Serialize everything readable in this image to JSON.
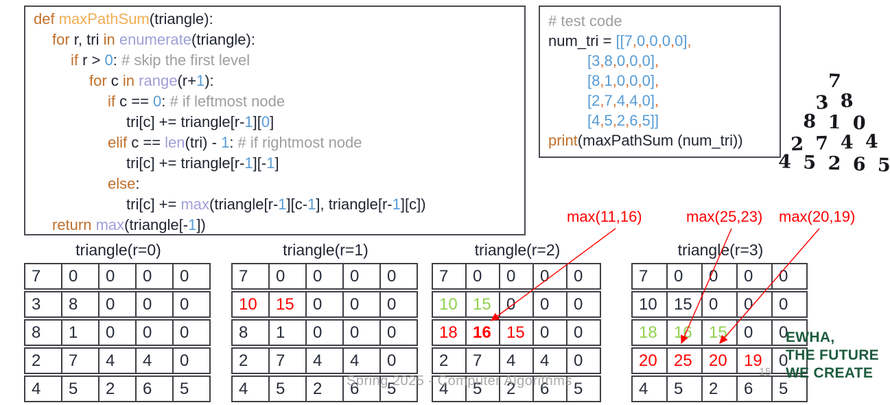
{
  "code_box": {
    "lines": [
      {
        "ind": 0,
        "toks": [
          [
            "kw",
            "def "
          ],
          [
            "fn",
            "maxPathSum"
          ],
          [
            "pl",
            "(triangle):"
          ]
        ]
      },
      {
        "ind": 1,
        "toks": [
          [
            "kw",
            "for"
          ],
          [
            "pl",
            " r, tri "
          ],
          [
            "kw",
            "in"
          ],
          [
            "pl",
            " "
          ],
          [
            "bi",
            "enumerate"
          ],
          [
            "pl",
            "(triangle):"
          ]
        ]
      },
      {
        "ind": 2,
        "toks": [
          [
            "kw",
            "if"
          ],
          [
            "pl",
            " r > "
          ],
          [
            "num",
            "0"
          ],
          [
            "pl",
            ": "
          ],
          [
            "cm",
            "# skip the first level"
          ]
        ]
      },
      {
        "ind": 3,
        "toks": [
          [
            "kw",
            "for"
          ],
          [
            "pl",
            " c "
          ],
          [
            "kw",
            "in"
          ],
          [
            "pl",
            " "
          ],
          [
            "bi",
            "range"
          ],
          [
            "pl",
            "(r+"
          ],
          [
            "num",
            "1"
          ],
          [
            "pl",
            "):"
          ]
        ]
      },
      {
        "ind": 4,
        "toks": [
          [
            "kw",
            "if"
          ],
          [
            "pl",
            " c == "
          ],
          [
            "num",
            "0"
          ],
          [
            "pl",
            ": "
          ],
          [
            "cm",
            "# if leftmost node"
          ]
        ]
      },
      {
        "ind": 5,
        "toks": [
          [
            "pl",
            "tri[c] += triangle[r-"
          ],
          [
            "num",
            "1"
          ],
          [
            "pl",
            "]["
          ],
          [
            "num",
            "0"
          ],
          [
            "pl",
            "]"
          ]
        ]
      },
      {
        "ind": 4,
        "toks": [
          [
            "kw",
            "elif"
          ],
          [
            "pl",
            " c == "
          ],
          [
            "bi",
            "len"
          ],
          [
            "pl",
            "(tri) - "
          ],
          [
            "num",
            "1"
          ],
          [
            "pl",
            ": "
          ],
          [
            "cm",
            "# if rightmost node"
          ]
        ]
      },
      {
        "ind": 5,
        "toks": [
          [
            "pl",
            "tri[c] += triangle[r-"
          ],
          [
            "num",
            "1"
          ],
          [
            "pl",
            "][-"
          ],
          [
            "num",
            "1"
          ],
          [
            "pl",
            "]"
          ]
        ]
      },
      {
        "ind": 4,
        "toks": [
          [
            "kw",
            "else"
          ],
          [
            "pl",
            ":"
          ]
        ]
      },
      {
        "ind": 5,
        "toks": [
          [
            "pl",
            "tri[c] += "
          ],
          [
            "bi",
            "max"
          ],
          [
            "pl",
            "(triangle[r-"
          ],
          [
            "num",
            "1"
          ],
          [
            "pl",
            "][c-"
          ],
          [
            "num",
            "1"
          ],
          [
            "pl",
            "], triangle[r-"
          ],
          [
            "num",
            "1"
          ],
          [
            "pl",
            "][c])"
          ]
        ]
      },
      {
        "ind": 1,
        "toks": [
          [
            "kw",
            "return"
          ],
          [
            "pl",
            " "
          ],
          [
            "bi",
            "max"
          ],
          [
            "pl",
            "(triangle[-"
          ],
          [
            "num",
            "1"
          ],
          [
            "pl",
            "])"
          ]
        ]
      }
    ]
  },
  "test_box": {
    "lines": [
      {
        "ind": 0,
        "toks": [
          [
            "cm",
            "# test code"
          ]
        ]
      },
      {
        "ind": 0,
        "toks": [
          [
            "pl",
            "num_tri = "
          ],
          [
            "num",
            "[[7"
          ],
          [
            "or",
            ","
          ],
          [
            "num",
            "0"
          ],
          [
            "or",
            ","
          ],
          [
            "num",
            "0"
          ],
          [
            "or",
            ","
          ],
          [
            "num",
            "0"
          ],
          [
            "or",
            ","
          ],
          [
            "num",
            "0"
          ],
          [
            "num",
            "]"
          ],
          [
            "or",
            ","
          ]
        ]
      },
      {
        "ind": 1,
        "toks": [
          [
            "num",
            "[3"
          ],
          [
            "or",
            ","
          ],
          [
            "num",
            "8"
          ],
          [
            "or",
            ","
          ],
          [
            "num",
            "0"
          ],
          [
            "or",
            ","
          ],
          [
            "num",
            "0"
          ],
          [
            "or",
            ","
          ],
          [
            "num",
            "0"
          ],
          [
            "num",
            "]"
          ],
          [
            "or",
            ","
          ]
        ]
      },
      {
        "ind": 1,
        "toks": [
          [
            "num",
            "[8"
          ],
          [
            "or",
            ","
          ],
          [
            "num",
            "1"
          ],
          [
            "or",
            ","
          ],
          [
            "num",
            "0"
          ],
          [
            "or",
            ","
          ],
          [
            "num",
            "0"
          ],
          [
            "or",
            ","
          ],
          [
            "num",
            "0"
          ],
          [
            "num",
            "]"
          ],
          [
            "or",
            ","
          ]
        ]
      },
      {
        "ind": 1,
        "toks": [
          [
            "num",
            "[2"
          ],
          [
            "or",
            ","
          ],
          [
            "num",
            "7"
          ],
          [
            "or",
            ","
          ],
          [
            "num",
            "4"
          ],
          [
            "or",
            ","
          ],
          [
            "num",
            "4"
          ],
          [
            "or",
            ","
          ],
          [
            "num",
            "0"
          ],
          [
            "num",
            "]"
          ],
          [
            "or",
            ","
          ]
        ]
      },
      {
        "ind": 1,
        "toks": [
          [
            "num",
            "[4"
          ],
          [
            "or",
            ","
          ],
          [
            "num",
            "5"
          ],
          [
            "or",
            ","
          ],
          [
            "num",
            "2"
          ],
          [
            "or",
            ","
          ],
          [
            "num",
            "6"
          ],
          [
            "or",
            ","
          ],
          [
            "num",
            "5"
          ],
          [
            "num",
            "]]"
          ]
        ]
      },
      {
        "ind": 0,
        "toks": [
          [
            "kw",
            "print"
          ],
          [
            "pl",
            "(maxPathSum (num_tri))"
          ]
        ]
      }
    ]
  },
  "handwriting": {
    "rows": [
      "7",
      "3 8",
      "8 1 0",
      "2 7 4 4",
      "4 5 2 6 5"
    ]
  },
  "annotations": {
    "labels": [
      {
        "text": "max(11,16)"
      },
      {
        "text": "max(25,23)"
      },
      {
        "text": "max(20,19)"
      }
    ],
    "arrow_color": "#ff0000"
  },
  "tables": [
    {
      "title": "triangle(r=0)",
      "values": [
        [
          "7",
          "0",
          "0",
          "0",
          "0"
        ],
        [
          "3",
          "8",
          "0",
          "0",
          "0"
        ],
        [
          "8",
          "1",
          "0",
          "0",
          "0"
        ],
        [
          "2",
          "7",
          "4",
          "4",
          "0"
        ],
        [
          "4",
          "5",
          "2",
          "6",
          "5"
        ]
      ],
      "colors": [
        "kkkkk",
        "kkkkk",
        "kkkkk",
        "kkkkk",
        "kkkkk"
      ]
    },
    {
      "title": "triangle(r=1)",
      "values": [
        [
          "7",
          "0",
          "0",
          "0",
          "0"
        ],
        [
          "10",
          "15",
          "0",
          "0",
          "0"
        ],
        [
          "8",
          "1",
          "0",
          "0",
          "0"
        ],
        [
          "2",
          "7",
          "4",
          "4",
          "0"
        ],
        [
          "4",
          "5",
          "2",
          "6",
          "5"
        ]
      ],
      "colors": [
        "kkkkk",
        "rrkkk",
        "kkkkk",
        "kkkkk",
        "kkkkk"
      ]
    },
    {
      "title": "triangle(r=2)",
      "values": [
        [
          "7",
          "0",
          "0",
          "0",
          "0"
        ],
        [
          "10",
          "15",
          "0",
          "0",
          "0"
        ],
        [
          "18",
          "16",
          "15",
          "0",
          "0"
        ],
        [
          "2",
          "7",
          "4",
          "4",
          "0"
        ],
        [
          "4",
          "5",
          "2",
          "6",
          "5"
        ]
      ],
      "colors": [
        "kkkkk",
        "ggkkk",
        "rBrkk",
        "kkkkk",
        "kkkkk"
      ]
    },
    {
      "title": "triangle(r=3)",
      "values": [
        [
          "7",
          "0",
          "0",
          "0",
          "0"
        ],
        [
          "10",
          "15",
          "0",
          "0",
          "0"
        ],
        [
          "18",
          "16",
          "15",
          "0",
          "0"
        ],
        [
          "20",
          "25",
          "20",
          "19",
          "0"
        ],
        [
          "4",
          "5",
          "2",
          "6",
          "5"
        ]
      ],
      "colors": [
        "kkkkk",
        "kkkkk",
        "gggkk",
        "rrrrk",
        "kkkkk"
      ]
    }
  ],
  "footer": {
    "watermark": "Spring 2025 - Computer Algorithms",
    "page": "15"
  },
  "logo": {
    "lines": [
      "EWHA,",
      "THE FUTURE",
      "WE CREATE"
    ],
    "color": "#1d5c3e"
  },
  "colors": {
    "keyword": "#c0702c",
    "function": "#f0ad55",
    "builtin": "#9f9fd9",
    "number": "#569bd5",
    "comment": "#9e9e9e",
    "plain": "#1e2430",
    "comma": "#d9712f",
    "cell_dark": "#262c3a",
    "cell_red": "#ff0000",
    "cell_green": "#92d050",
    "table_border": "#3f3f46"
  }
}
